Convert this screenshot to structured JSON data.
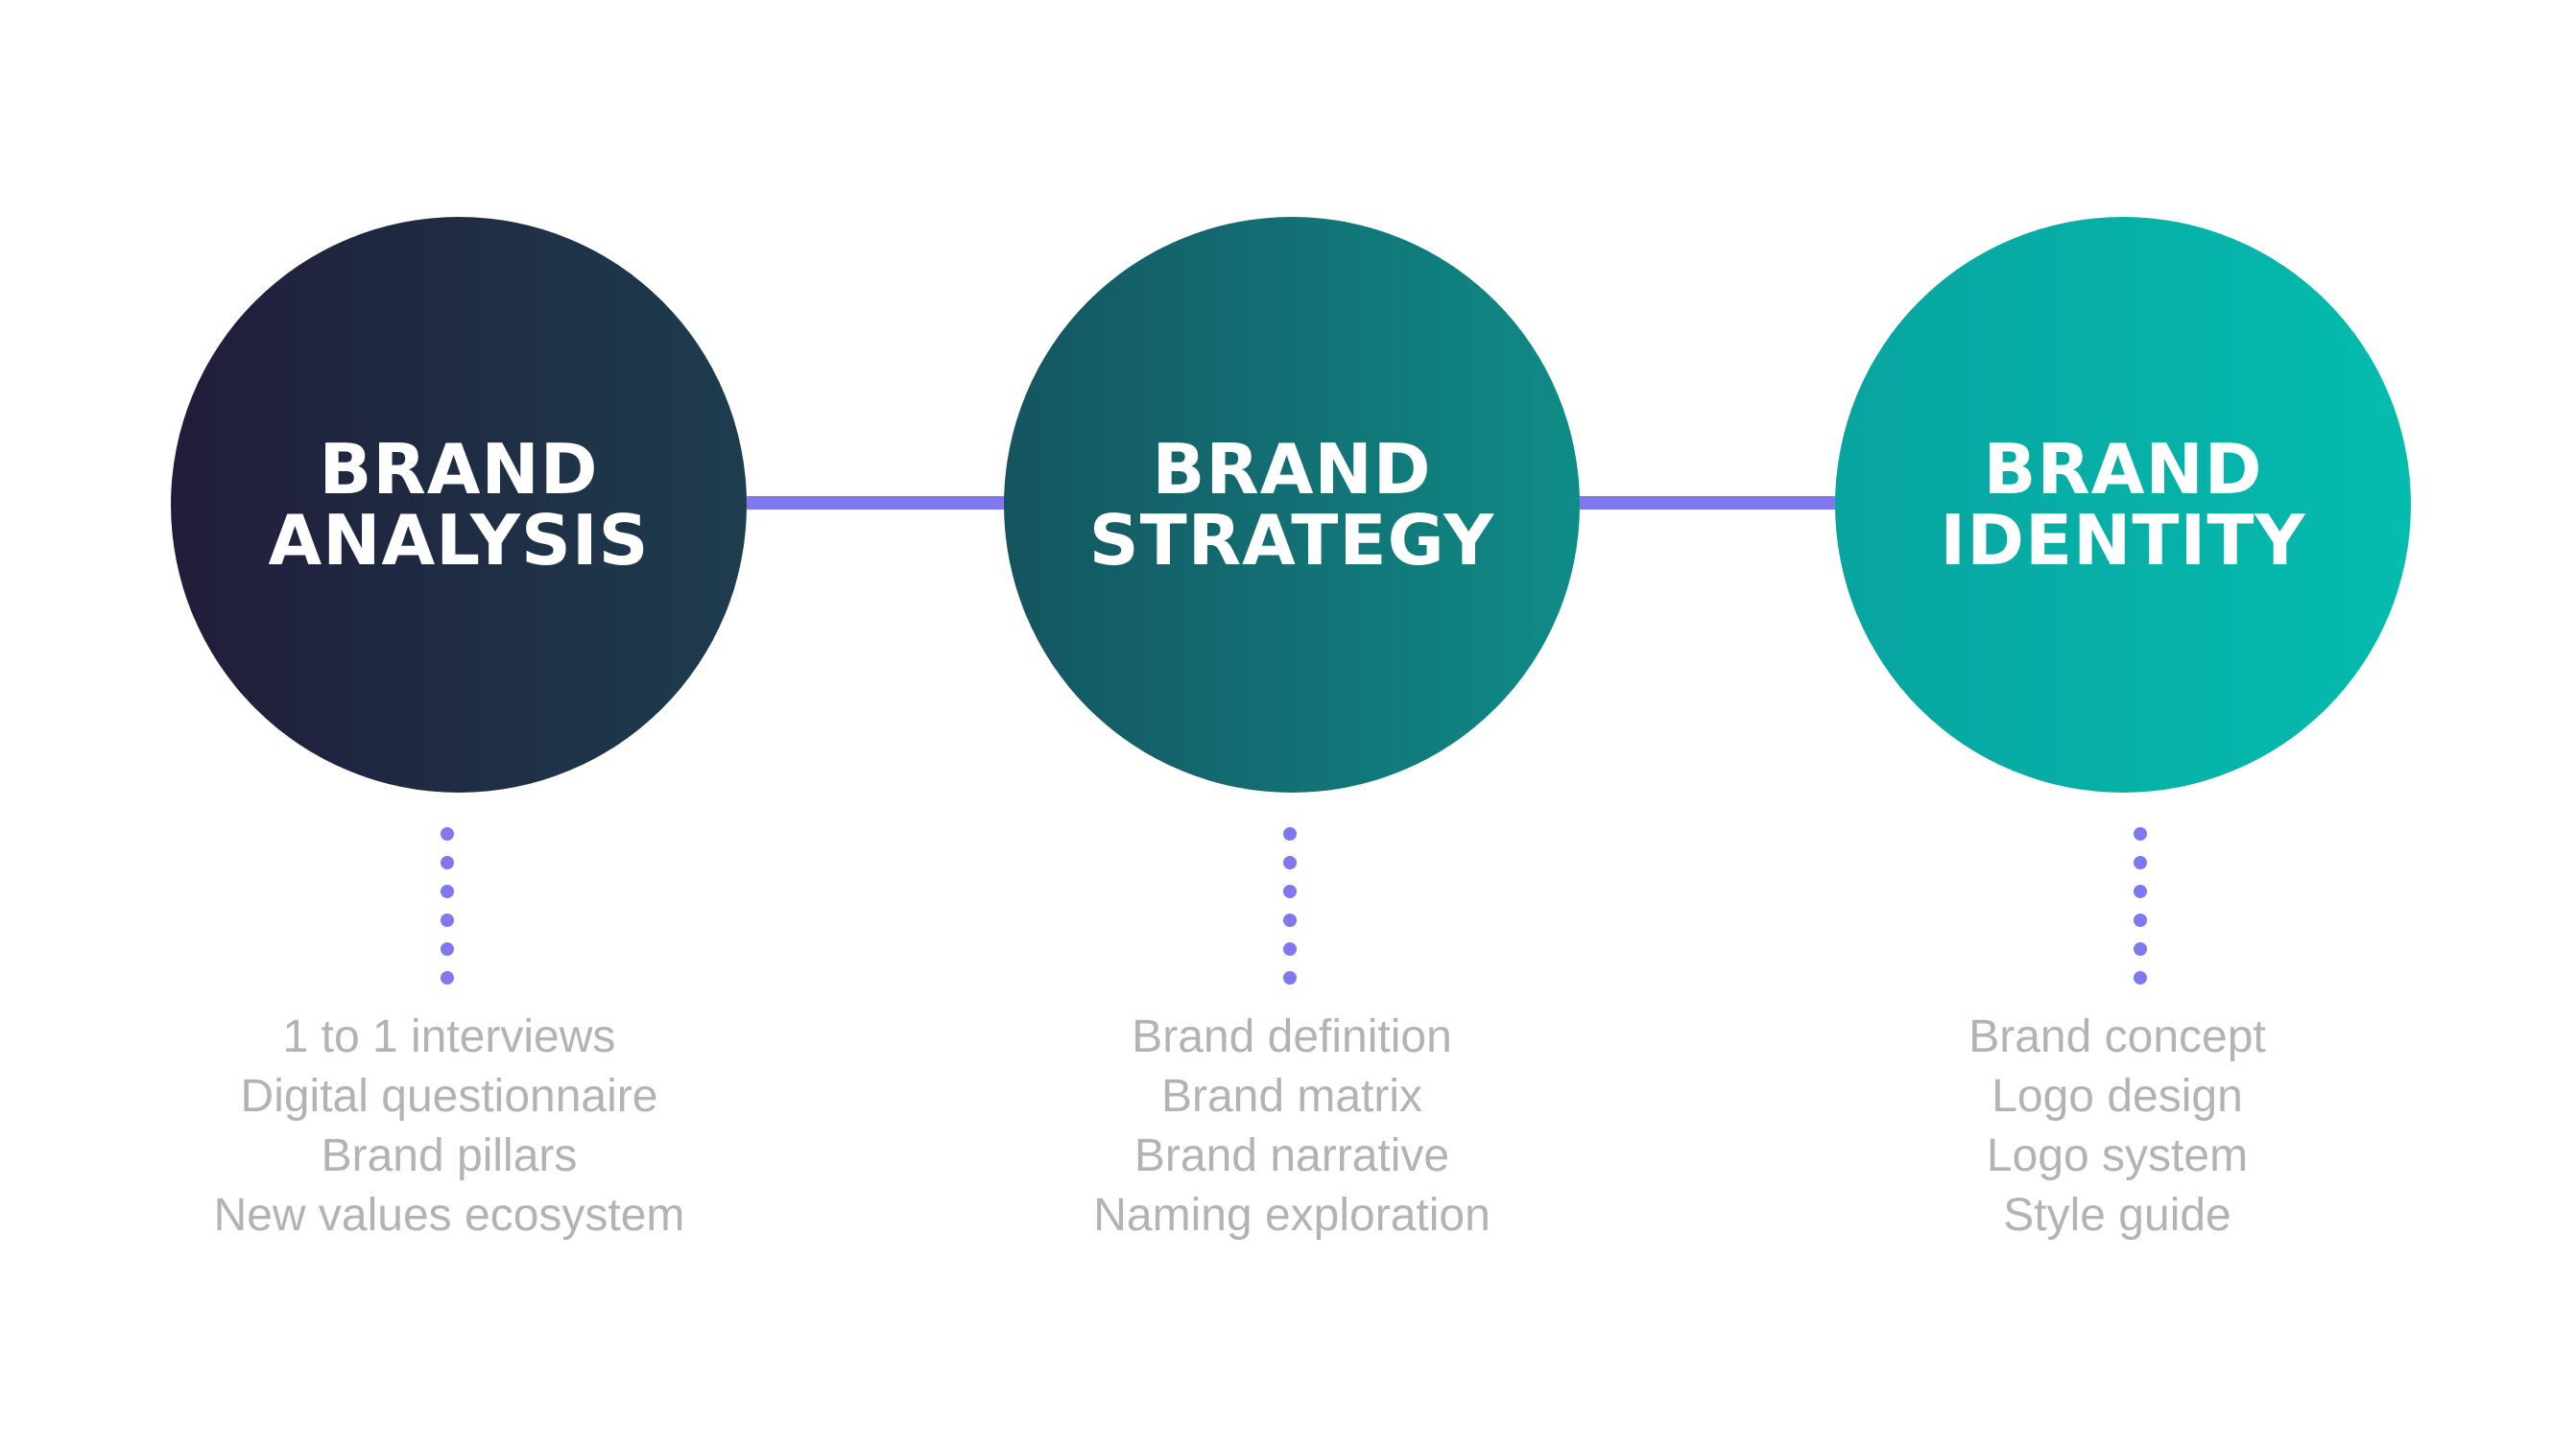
{
  "colors": {
    "connector": "#8078ee",
    "dot": "#8078ee",
    "item_text": "#b3b3b3",
    "circle_text": "#ffffff",
    "stage1_gradient": [
      "#201c3a",
      "#1e3d4e"
    ],
    "stage2_gradient": [
      "#15545f",
      "#0f8c88"
    ],
    "stage3_gradient": [
      "#08a4a0",
      "#04bcae"
    ]
  },
  "stages": [
    {
      "title_line1": "BRAND",
      "title_line2": "ANALYSIS",
      "items": [
        "1 to 1 interviews",
        "Digital questionnaire",
        "Brand pillars",
        "New values ecosystem"
      ]
    },
    {
      "title_line1": "BRAND",
      "title_line2": "STRATEGY",
      "items": [
        "Brand definition",
        "Brand matrix",
        "Brand narrative",
        "Naming exploration"
      ]
    },
    {
      "title_line1": "BRAND",
      "title_line2": "IDENTITY",
      "items": [
        "Brand concept",
        "Logo design",
        "Logo system",
        "Style guide"
      ]
    }
  ]
}
